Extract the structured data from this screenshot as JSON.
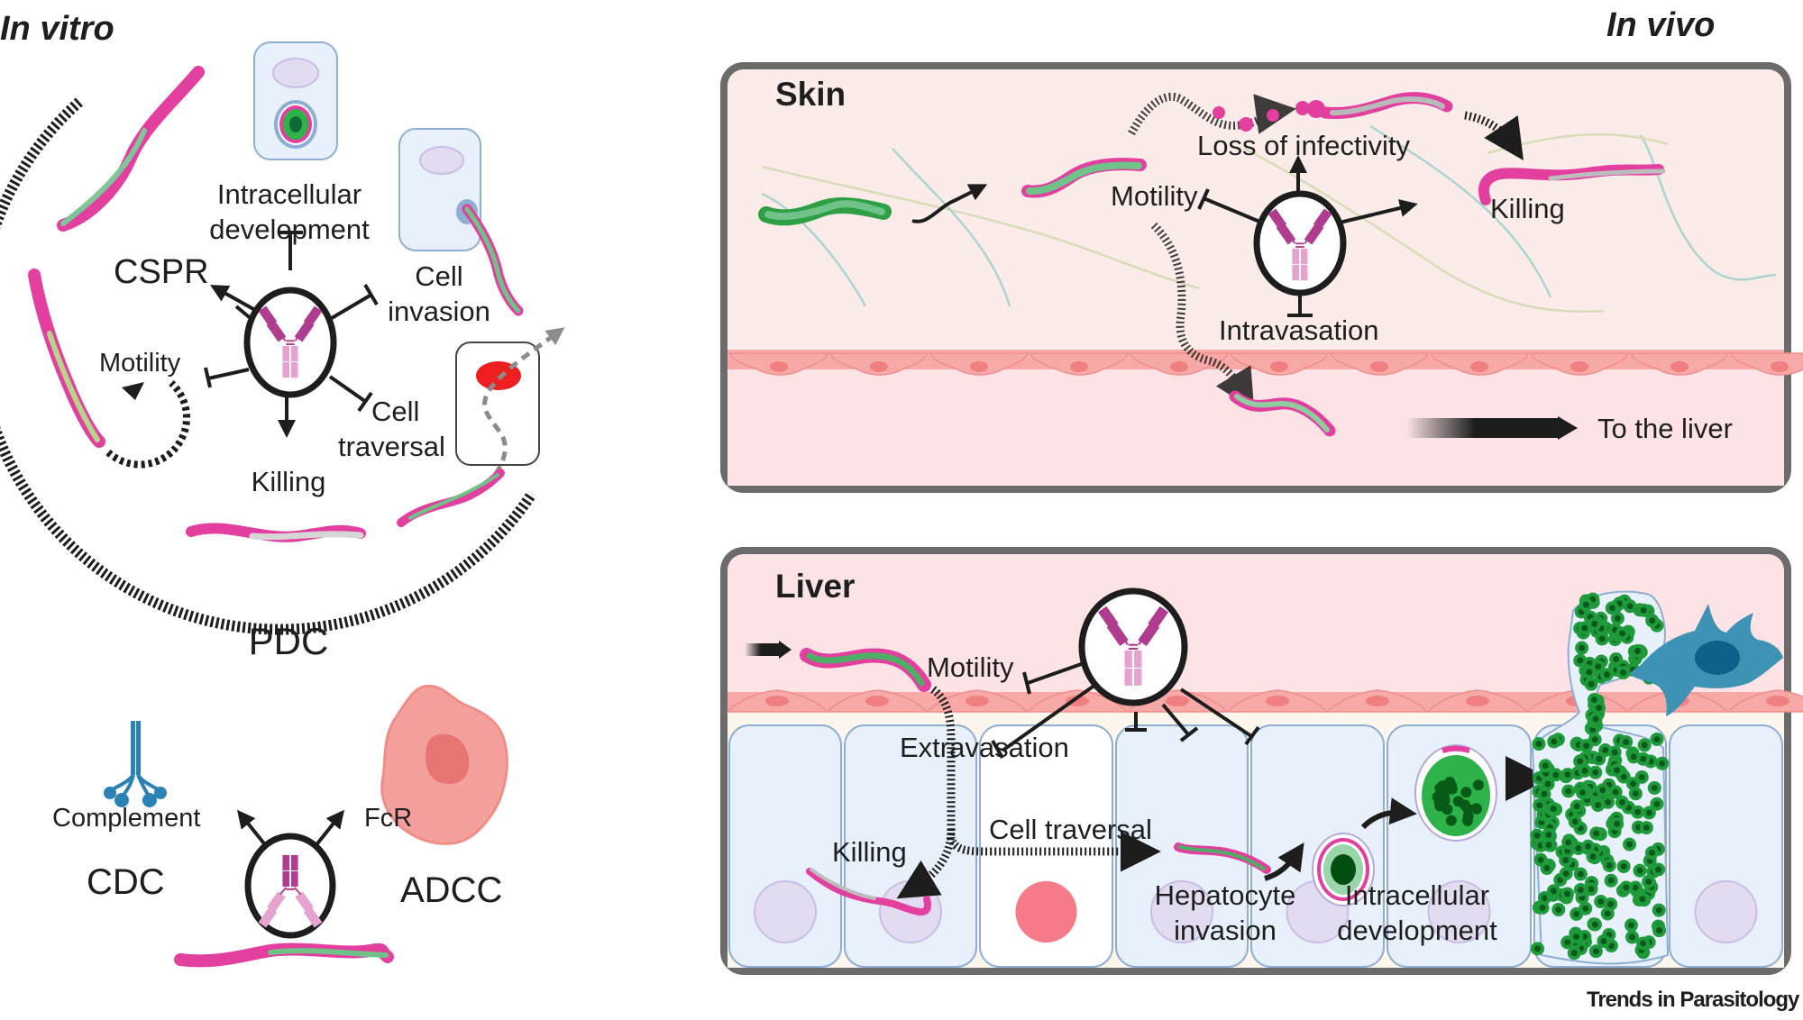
{
  "figure": {
    "credit": "Trends in Parasitology",
    "colors": {
      "sporozoite_pink": "#e23f9f",
      "parasite_green": "#3aaa4a",
      "parasite_dark_green": "#1b6e35",
      "antibody_heavy": "#b03c8f",
      "antibody_light": "#e6a3cf",
      "panel_border": "#6b6b6b",
      "skin_bg": "#fbecea",
      "blood_bg": "#fde3e6",
      "endothelium": "#f7a9a7",
      "hepatocyte": "#e8f1fb",
      "hepatocyte_border": "#8eaed4",
      "complement_blue": "#2a82b4",
      "macrophage": "#f4a09c",
      "kupffer_blue": "#3c93b3",
      "traversal_red": "#ee1f1f"
    }
  },
  "in_vitro": {
    "title": "In vitro",
    "pdc": {
      "label": "PDC",
      "effects": {
        "intracellular_development": "Intracellular development",
        "intracellular_line1": "Intracellular",
        "intracellular_line2": "development",
        "cspr": "CSPR",
        "cell_invasion_line1": "Cell",
        "cell_invasion_line2": "invasion",
        "motility": "Motility",
        "killing": "Killing",
        "cell_traversal_line1": "Cell",
        "cell_traversal_line2": "traversal"
      }
    },
    "fc_mediated": {
      "complement": "Complement",
      "fcr": "FcR",
      "cdc": "CDC",
      "adcc": "ADCC"
    }
  },
  "in_vivo": {
    "title": "In vivo",
    "skin": {
      "title": "Skin",
      "labels": {
        "loss_of_infectivity": "Loss of infectivity",
        "motility": "Motility",
        "killing": "Killing",
        "intravasation": "Intravasation",
        "to_the_liver": "To the liver"
      }
    },
    "liver": {
      "title": "Liver",
      "labels": {
        "motility": "Motility",
        "extravasation": "Extravasation",
        "cell_traversal": "Cell traversal",
        "killing": "Killing",
        "hepatocyte_invasion_line1": "Hepatocyte",
        "hepatocyte_invasion_line2": "invasion",
        "intracellular_line1": "Intracellular",
        "intracellular_line2": "development"
      }
    }
  }
}
